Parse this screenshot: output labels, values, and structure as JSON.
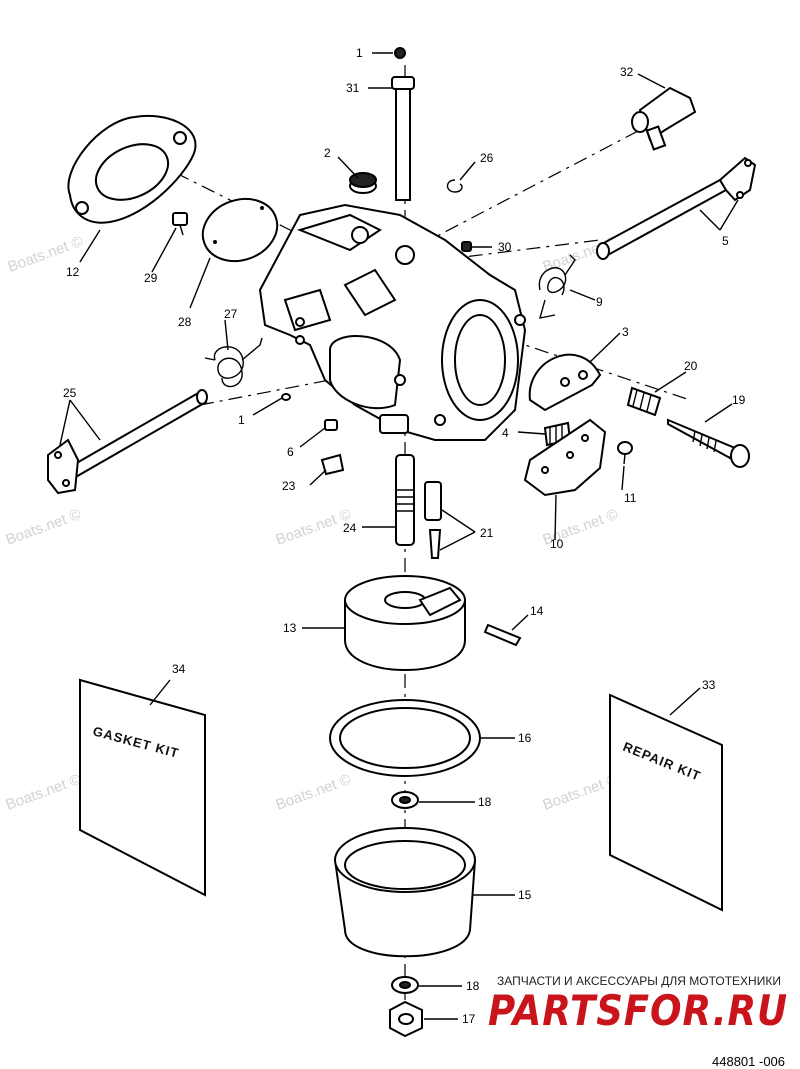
{
  "diagram": {
    "callouts": [
      "1",
      "31",
      "32",
      "2",
      "26",
      "12",
      "29",
      "30",
      "5",
      "28",
      "27",
      "9",
      "3",
      "20",
      "25",
      "1",
      "19",
      "4",
      "6",
      "11",
      "23",
      "24",
      "21",
      "10",
      "13",
      "14",
      "34",
      "33",
      "16",
      "18",
      "15",
      "18",
      "17"
    ],
    "sheets": {
      "gasket_kit": "GASKET KIT",
      "repair_kit": "REPAIR KIT"
    },
    "watermark": "Boats.net ©",
    "document_number": "448801 -006"
  },
  "shop_banner": {
    "tagline": "ЗАПЧАСТИ И АКСЕССУАРЫ ДЛЯ МОТОТЕХНИКИ",
    "logo": "PARTSFOR.RU",
    "logo_color": "#c9141b"
  }
}
